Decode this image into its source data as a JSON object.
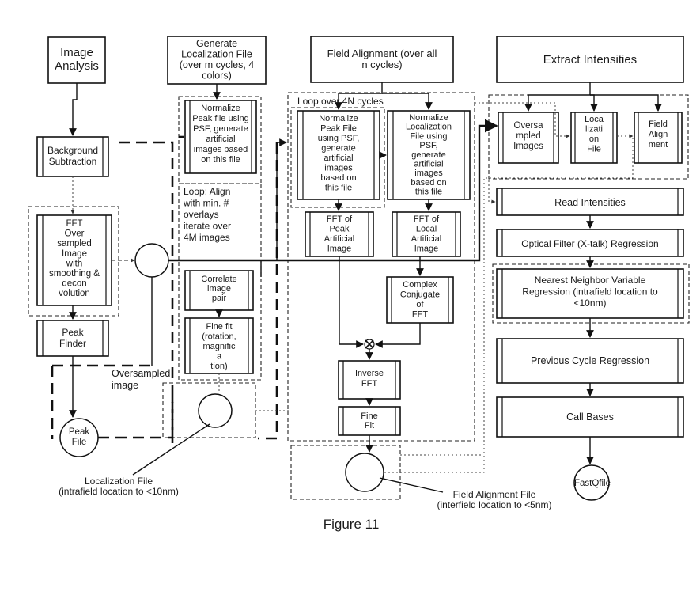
{
  "diagram": {
    "caption": "Figure 11",
    "boxes": {
      "image_analysis": [
        "Image",
        "Analysis"
      ],
      "generate_localization": [
        "Generate",
        "Localization File",
        "(over m cycles, 4",
        "colors)"
      ],
      "field_alignment": [
        "Field Alignment (over all",
        "n cycles)"
      ],
      "extract_intensities": [
        "Extract Intensities"
      ],
      "background_subtraction": [
        "Background",
        "Subtraction"
      ],
      "fft_oversampled": [
        "FFT",
        "Over",
        "sampled",
        "Image",
        "with",
        "smoothing &",
        "decon",
        "volution"
      ],
      "peak_finder": [
        "Peak",
        "Finder"
      ],
      "normalize_peak_left": [
        "Normalize",
        "Peak file using",
        "PSF, generate",
        "artificial",
        "images based",
        "on this file"
      ],
      "loop_align": [
        "Loop: Align",
        "with min. #",
        "overlays",
        "iterate over",
        "4M images"
      ],
      "correlate": [
        "Correlate",
        "image",
        "pair"
      ],
      "fine_fit_rot": [
        "Fine fit",
        "(rotation,",
        "magnific",
        "a",
        "tion)"
      ],
      "loop_4n": [
        "Loop over 4N cycles"
      ],
      "normalize_peak_mid": [
        "Normalize",
        "Peak File",
        "using PSF,",
        "generate",
        "artificial",
        "images",
        "based on",
        "this file"
      ],
      "normalize_loc_mid": [
        "Normalize",
        "Localization",
        "File using",
        "PSF,",
        "generate",
        "artificial",
        "images",
        "based on",
        "this file"
      ],
      "fft_peak_artificial": [
        "FFT of",
        "Peak",
        "Artificial",
        "Image"
      ],
      "fft_local_artificial": [
        "FFT of",
        "Local",
        "Artificial",
        "Image"
      ],
      "complex_conjugate": [
        "Complex",
        "Conjugate",
        "of",
        "FFT"
      ],
      "inverse_fft": [
        "Inverse",
        "FFT"
      ],
      "fine_fit": [
        "Fine",
        "Fit"
      ],
      "oversampled_images": [
        "Oversa",
        "mpled",
        "Images"
      ],
      "localization_on_file": [
        "Loca",
        "lizati",
        "on",
        "File"
      ],
      "field_alignment_small": [
        "Field",
        "Align",
        "ment"
      ],
      "read_intensities": [
        "Read Intensities"
      ],
      "optical_filter": [
        "Optical Filter (X-talk) Regression"
      ],
      "nearest_neighbor": [
        "Nearest Neighbor Variable",
        "Regression (intrafield location to",
        "<10nm)"
      ],
      "previous_cycle": [
        "Previous Cycle Regression"
      ],
      "call_bases": [
        "Call Bases"
      ]
    },
    "labels": {
      "oversampled_image": [
        "Oversampled",
        "image"
      ],
      "peak_file": [
        "Peak",
        "File"
      ],
      "localization_file": [
        "Localization File",
        "(intrafield location to <10nm)"
      ],
      "field_alignment_file": [
        "Field Alignment File",
        "(interfield location to <5nm)"
      ],
      "fastq": [
        "FastQfile"
      ]
    }
  }
}
